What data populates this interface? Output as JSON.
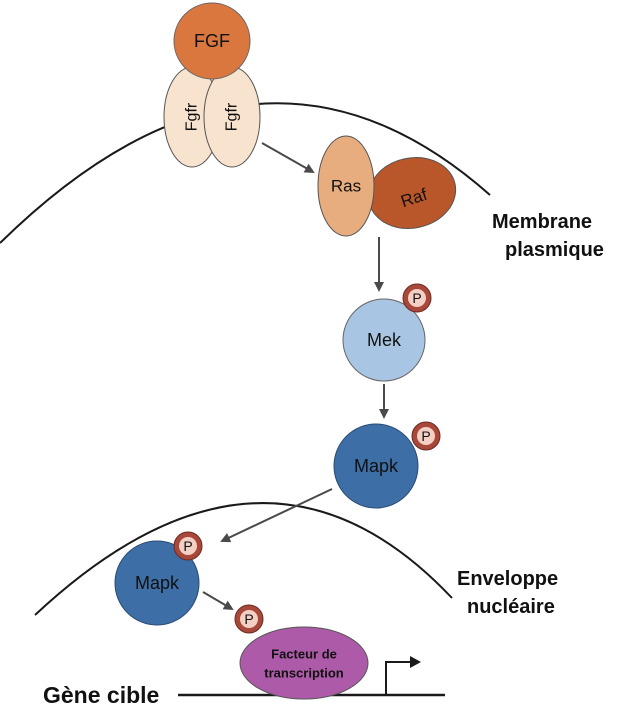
{
  "colors": {
    "fgf": "#d9773f",
    "fgfr": "#f8e3cf",
    "ras": "#e7ad7f",
    "raf": "#b9572a",
    "mek": "#a8c6e3",
    "mapk": "#3d6ea6",
    "phospho": "#a8483b",
    "phospho_inner": "#f4d0c4",
    "tf": "#ad5aa8",
    "line": "#1a1a1a",
    "arrow": "#4a4a4a"
  },
  "molecules": {
    "fgf": "FGF",
    "fgfr_left": "Fgfr",
    "fgfr_right": "Fgfr",
    "ras": "Ras",
    "raf": "Raf",
    "mek": "Mek",
    "mapk_cyto": "Mapk",
    "mapk_nuclear": "Mapk",
    "tf_line1": "Facteur de",
    "tf_line2": "transcription"
  },
  "phospho": {
    "label": "P"
  },
  "labels": {
    "membrane_line1": "Membrane",
    "membrane_line2": "plasmique",
    "envelope_line1": "Enveloppe",
    "envelope_line2": "nucléaire",
    "gene": "Gène cible"
  },
  "icons": {
    "arrows": "arrow-icon",
    "promoter": "promoter-arrow-icon"
  }
}
